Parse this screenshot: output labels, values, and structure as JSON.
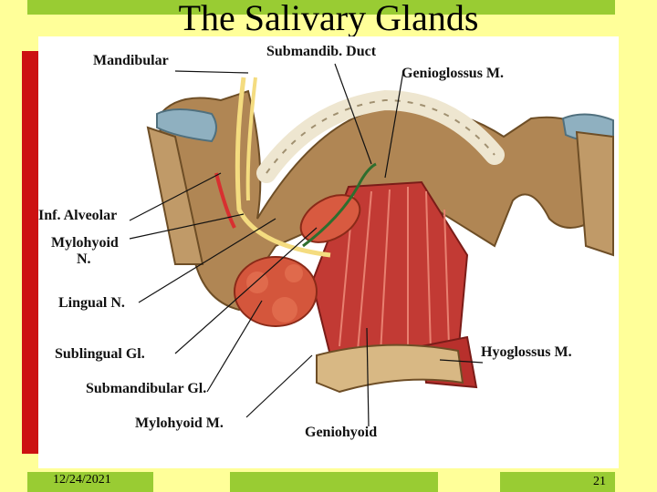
{
  "slide": {
    "title": "The Salivary Glands",
    "date": "12/24/2021",
    "page_number": "21"
  },
  "figure": {
    "description_icon": "anatomy-illustration-icon",
    "labels": {
      "mandibular": "Mandibular",
      "submandib_duct": "Submandib. Duct",
      "genioglossus": "Genioglossus M.",
      "inf_alveolar": "Inf. Alveolar",
      "mylohyoid_n_line1": "Mylohyoid",
      "mylohyoid_n_line2": "N.",
      "lingual_n": "Lingual N.",
      "sublingual_gl": "Sublingual Gl.",
      "hyoglossus": "Hyoglossus M.",
      "submandibular_gl": "Submandibular Gl.",
      "mylohyoid_m": "Mylohyoid M.",
      "geniohyoid": "Geniohyoid"
    }
  },
  "colors": {
    "background": "#ffff99",
    "band": "#99cc33",
    "accent_bar": "#cc1111",
    "bone": "#b8905a",
    "muscle": "#c8403a",
    "gland": "#d85a40",
    "nerve": "#f0d070",
    "duct": "#3a7a3a"
  }
}
